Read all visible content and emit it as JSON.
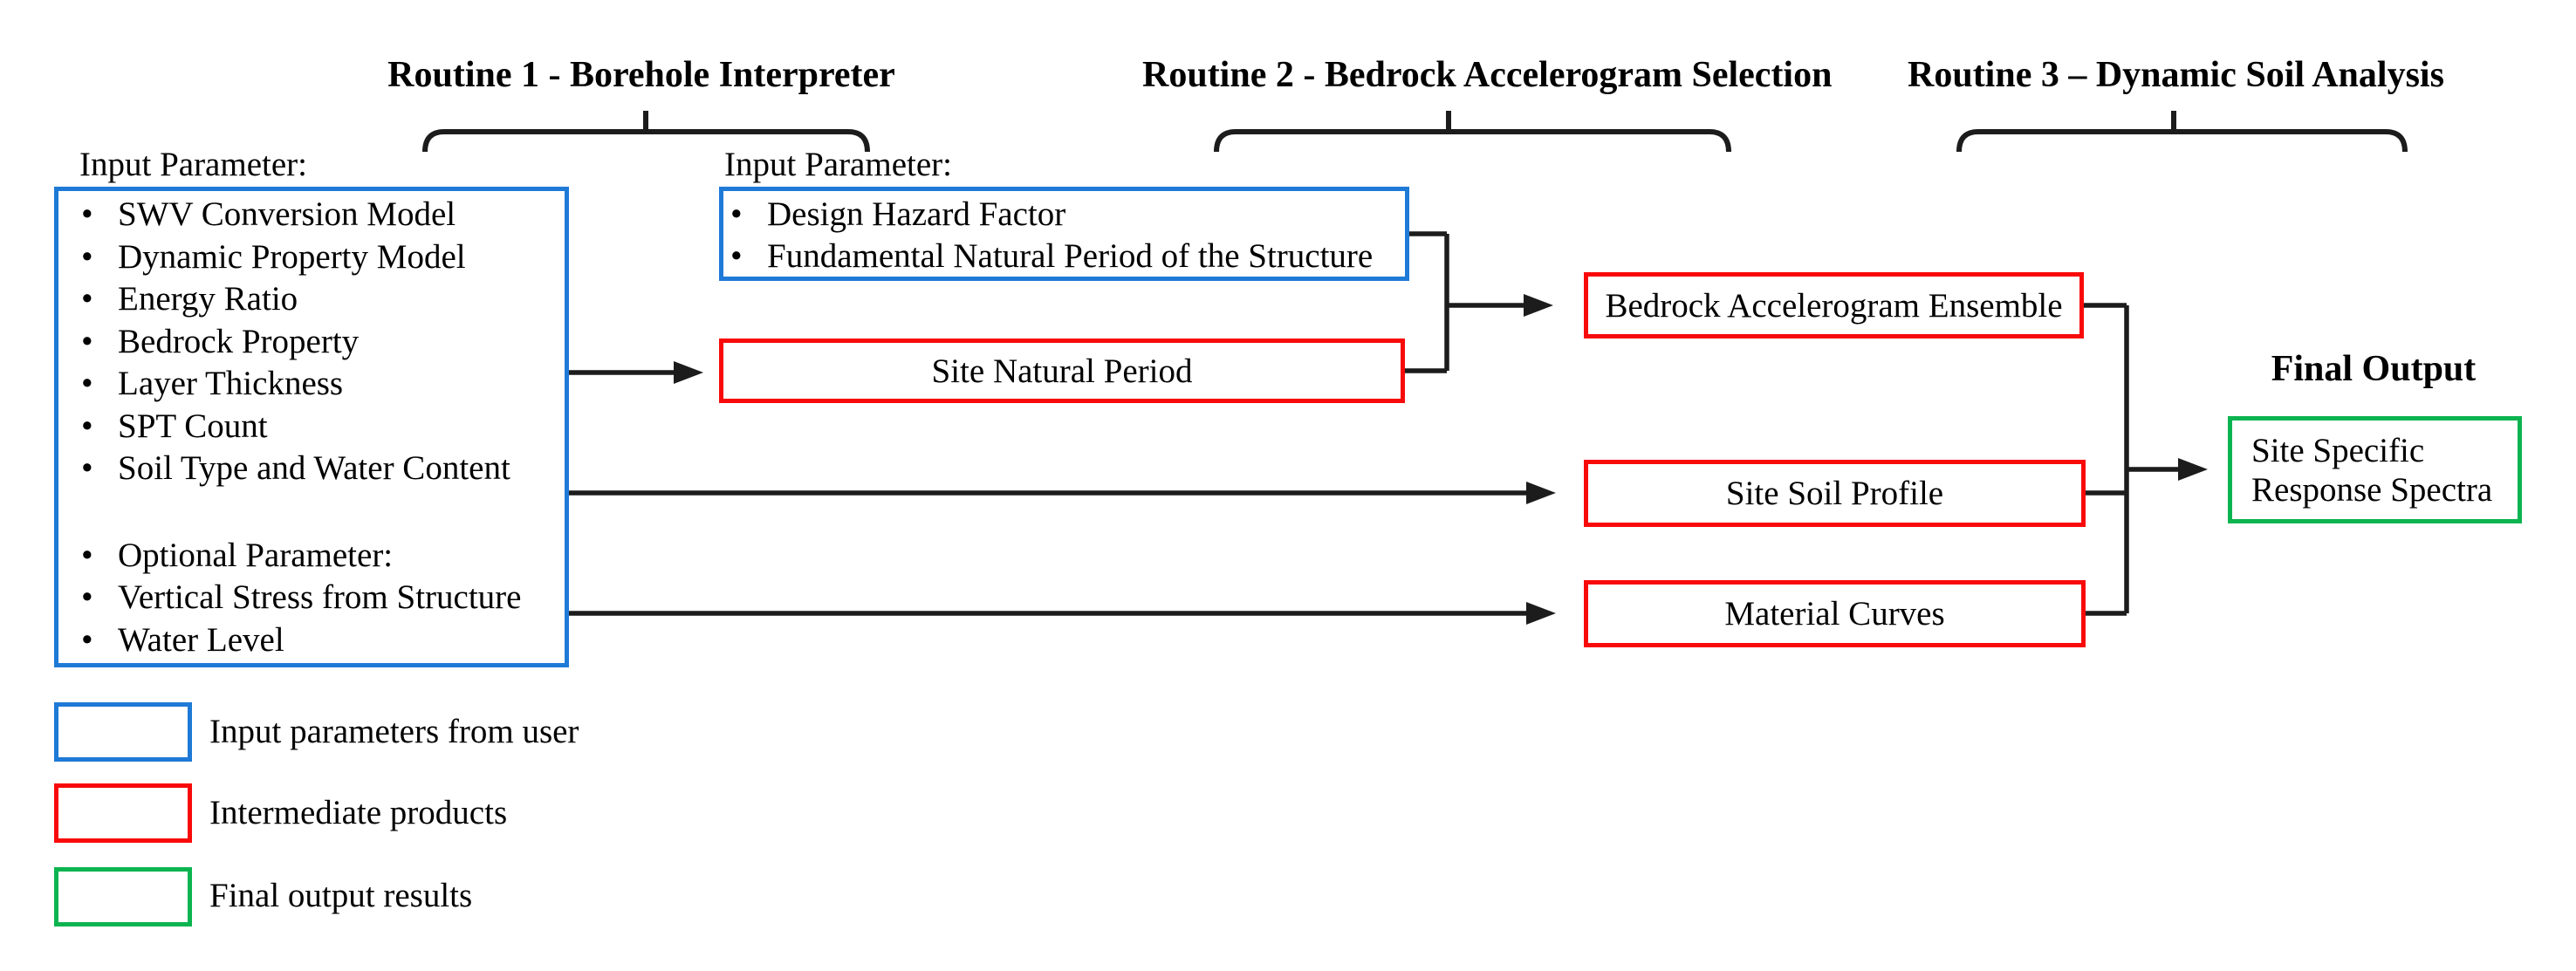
{
  "colors": {
    "input": "#1E7AD6",
    "intermediate": "#F90A0A",
    "final": "#0CB450",
    "line": "#1C1C1C"
  },
  "routine_headers": [
    {
      "label": "Routine 1 - Borehole Interpreter"
    },
    {
      "label": "Routine 2 - Bedrock Accelerogram Selection"
    },
    {
      "label": "Routine 3 – Dynamic Soil Analysis"
    }
  ],
  "borehole_input": {
    "label": "Input Parameter:",
    "items": [
      "SWV Conversion Model",
      "Dynamic Property Model",
      "Energy Ratio",
      "Bedrock Property",
      "Layer Thickness",
      "SPT Count",
      "Soil Type and Water Content"
    ],
    "optional_items": [
      "Optional Parameter:",
      "Vertical Stress from Structure",
      "Water Level"
    ]
  },
  "selection_input": {
    "label": "Input Parameter:",
    "items": [
      "Design Hazard Factor",
      "Fundamental Natural Period of the Structure"
    ]
  },
  "intermediate_boxes": {
    "site_natural_period": "Site Natural Period",
    "bedrock_accelerogram_ensemble": "Bedrock Accelerogram Ensemble",
    "site_soil_profile": "Site Soil Profile",
    "material_curves": "Material Curves"
  },
  "final_output": {
    "heading": "Final Output",
    "box_label": "Site Specific Response Spectra"
  },
  "legend": [
    {
      "key": "input",
      "label": "Input parameters from user"
    },
    {
      "key": "intermediate",
      "label": "Intermediate products"
    },
    {
      "key": "final",
      "label": "Final output results"
    }
  ]
}
